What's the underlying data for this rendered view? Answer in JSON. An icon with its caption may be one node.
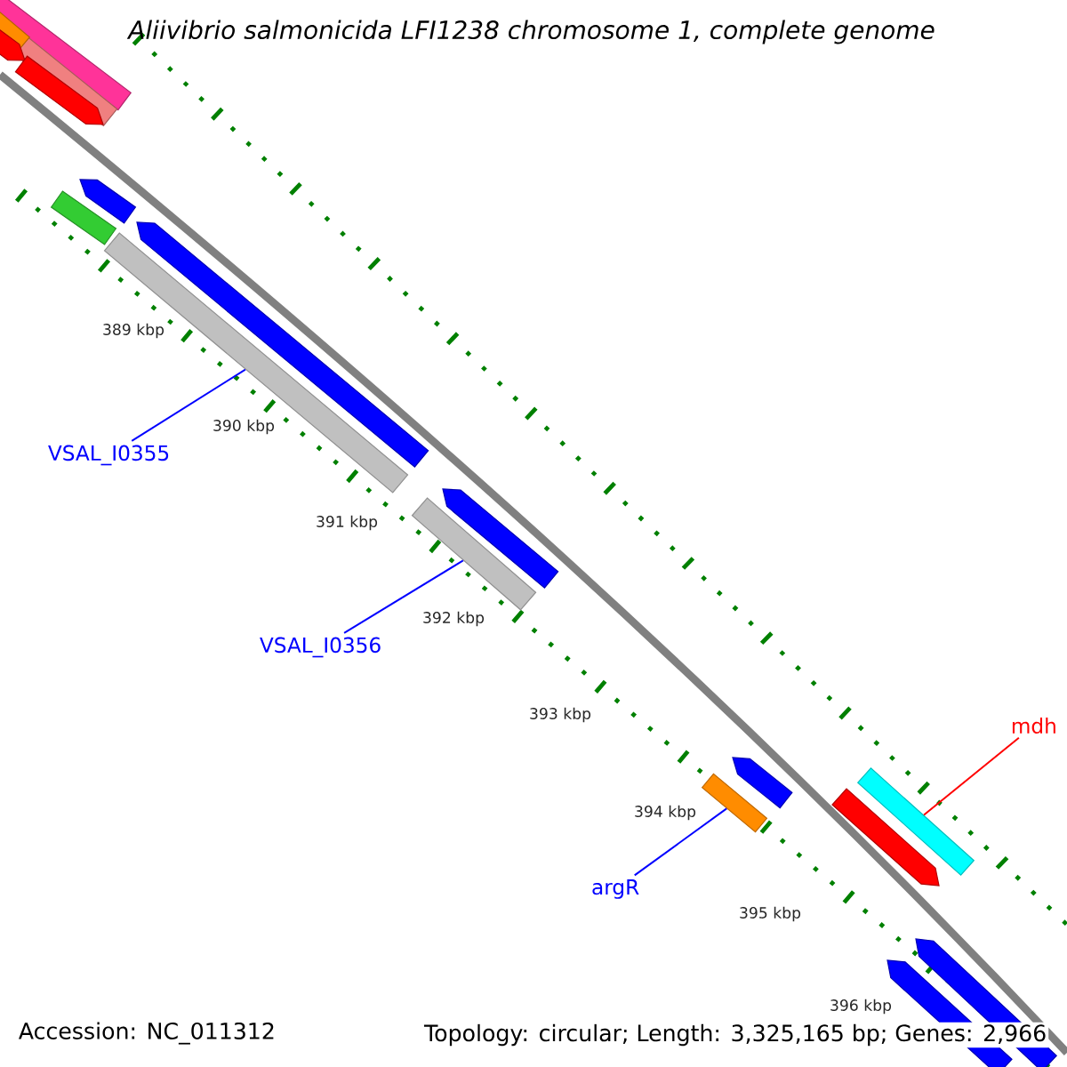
{
  "diagram": {
    "title": "Aliivibrio salmonicida LFI1238 chromosome 1, complete genome",
    "nodes": [
      {
        "text": [
          "VSAL_I0355"
        ]
      },
      {
        "text": [],
        "shape": "bar"
      },
      {
        "text": [
          "VSAL_I0356"
        ]
      },
      {
        "text": [],
        "shape": "bar"
      },
      {
        "text": [
          "argR"
        ]
      },
      {
        "text": [],
        "shape": "bar"
      },
      {
        "text": [
          "mdh"
        ]
      },
      {
        "text": [],
        "shape": "bar"
      }
    ],
    "edges": [
      {
        "from": 0,
        "to": 1,
        "arrow": "none"
      },
      {
        "from": 2,
        "to": 3,
        "arrow": "none"
      },
      {
        "from": 4,
        "to": 5,
        "arrow": "none"
      },
      {
        "from": 6,
        "to": 7,
        "arrow": "none",
        "color": "#ff0000"
      }
    ],
    "labels": [
      "389 kbp",
      "390 kbp",
      "391 kbp",
      "392 kbp",
      "393 kbp",
      "394 kbp",
      "395 kbp",
      "396 kbp",
      "Accession: NC_011312",
      "Topology: circular; Length: 3,325,165 bp; Genes: 2,966"
    ]
  }
}
